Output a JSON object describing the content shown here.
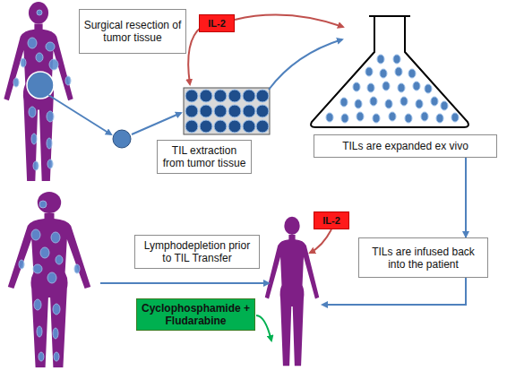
{
  "diagram": {
    "nodes": [
      {
        "text": [
          "Surgical resection of tumor tissue"
        ]
      },
      {
        "text": [
          "IL-2"
        ]
      },
      {
        "text": [
          "TIL extraction from tumor tissue"
        ]
      },
      {
        "text": [
          "TILs are expanded ex vivo"
        ]
      },
      {
        "text": [
          "IL-2"
        ]
      },
      {
        "text": [
          "Lymphodepletion prior to TIL Transfer"
        ]
      },
      {
        "text": [
          "TILs are infused back into the patient"
        ]
      },
      {
        "text": [
          "Cyclophosphamide + Fludarabine"
        ]
      }
    ],
    "edges": [
      {
        "from": 3,
        "to": 6,
        "arrow": "to"
      }
    ]
  }
}
